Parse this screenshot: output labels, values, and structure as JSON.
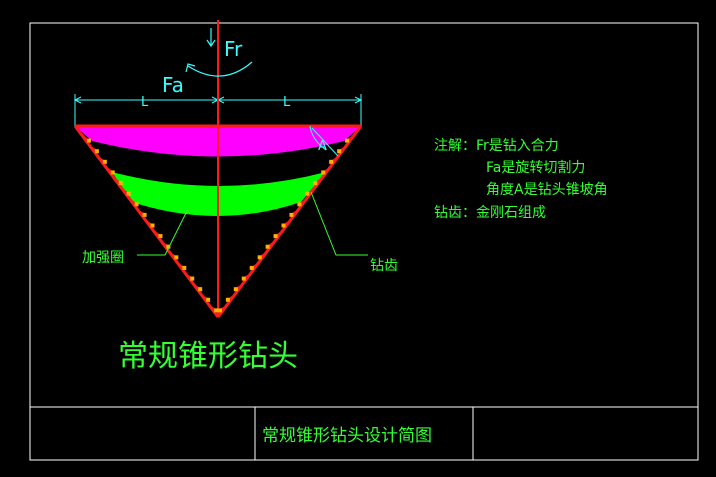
{
  "colors": {
    "background": "#000000",
    "frame": "#ffffff",
    "cone": "#ff1a1a",
    "axis": "#ff1a1a",
    "magenta_band": "#ff00ff",
    "green_band": "#00ff00",
    "teeth": "#ffb000",
    "cyan": "#33ffff",
    "note_text": "#33ff33",
    "title_text": "#33ff33"
  },
  "labels": {
    "fr": "Fr",
    "fa": "Fa",
    "l_left": "L",
    "l_right": "L",
    "angle": "A",
    "reinforce_ring": "加强圈",
    "drill_teeth": "钻齿"
  },
  "notes": [
    "注解：Fr是钻入合力",
    "Fa是旋转切割力",
    "角度A是钻头锥坡角",
    "钻齿：金刚石组成"
  ],
  "title": "常规锥形钻头",
  "title_block": {
    "drawing_name": "常规锥形钻头设计简图"
  }
}
